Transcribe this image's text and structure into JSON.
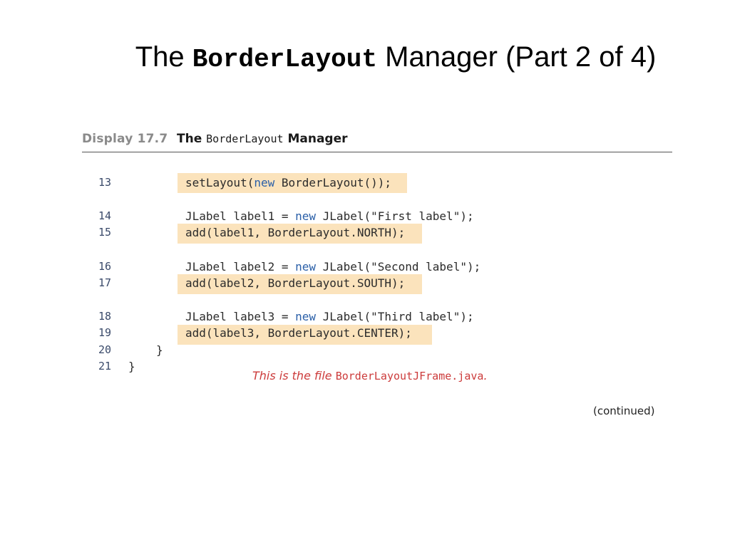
{
  "title": {
    "prefix": "The",
    "code": "BorderLayout",
    "suffix": "Manager (Part 2 of 4)"
  },
  "display": {
    "label": "Display 17.7",
    "title_prefix": "The",
    "title_code": "BorderLayout",
    "title_suffix": "Manager"
  },
  "code_lines": [
    {
      "num": "13",
      "parts": [
        "setLayout(",
        "new",
        " BorderLayout());"
      ]
    },
    {
      "num": "14",
      "parts": [
        "JLabel label1 = ",
        "new",
        " JLabel(\"First label\");"
      ]
    },
    {
      "num": "15",
      "parts": [
        "add(label1, BorderLayout.NORTH);"
      ]
    },
    {
      "num": "16",
      "parts": [
        "JLabel label2 = ",
        "new",
        " JLabel(\"Second label\");"
      ]
    },
    {
      "num": "17",
      "parts": [
        "add(label2, BorderLayout.SOUTH);"
      ]
    },
    {
      "num": "18",
      "parts": [
        "JLabel label3 = ",
        "new",
        " JLabel(\"Third label\");"
      ]
    },
    {
      "num": "19",
      "parts": [
        "add(label3, BorderLayout.CENTER);"
      ]
    },
    {
      "num": "20",
      "parts": [
        "}"
      ]
    },
    {
      "num": "21",
      "parts": [
        "}"
      ]
    }
  ],
  "annotation": {
    "text": "This is the file",
    "file": "BorderLayoutJFrame.java",
    "end": "."
  },
  "continued": "(continued)",
  "colors": {
    "highlight": "#fbe3bc",
    "keyword": "#2a5fa8",
    "annotation": "#cc3b3b"
  }
}
